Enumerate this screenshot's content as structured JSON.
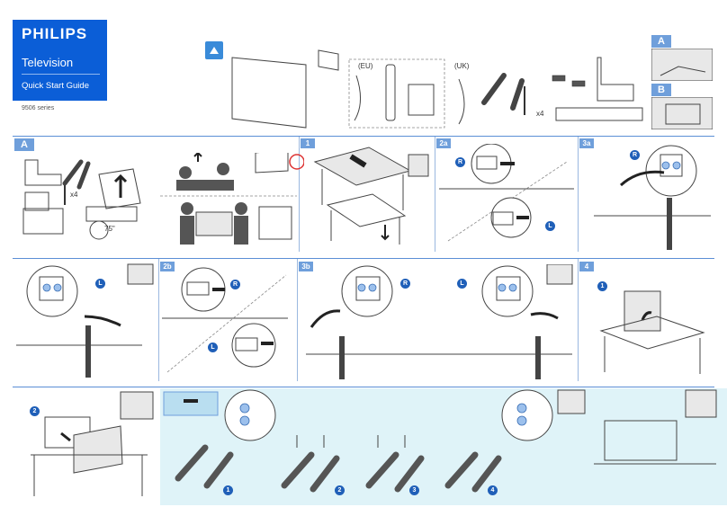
{
  "header": {
    "brand": "PHILIPS",
    "product": "Television",
    "guide": "Quick Start Guide",
    "series": "9506 series"
  },
  "accessories": {
    "eu_label": "(EU)",
    "uk_label": "(UK)",
    "screws_count": "x4"
  },
  "options": {
    "a": "A",
    "b": "B"
  },
  "section_a": {
    "label": "A",
    "screws_count": "x4",
    "size_label": "75\""
  },
  "steps": {
    "s1": "1",
    "s2a": "2a",
    "s3a": "3a",
    "s2b": "2b",
    "s3b": "3b",
    "s4": "4"
  },
  "side_labels": {
    "r": "R",
    "l": "L"
  },
  "substeps": {
    "one": "1",
    "two": "2",
    "three": "3",
    "four": "4"
  },
  "colors": {
    "brand": "#0b5ed7",
    "accent": "#6f9fdb",
    "panel": "#dff3f8"
  }
}
